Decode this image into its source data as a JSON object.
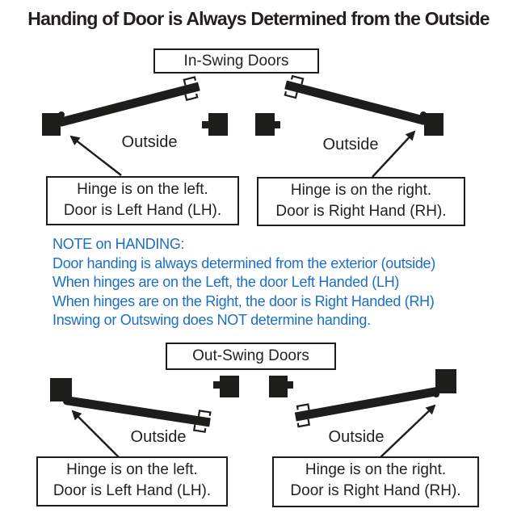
{
  "title": "Handing of Door is Always Determined from the Outside",
  "sections": {
    "in_swing": {
      "label": "In-Swing Doors"
    },
    "out_swing": {
      "label": "Out-Swing Doors"
    }
  },
  "outside_labels": {
    "in_left": "Outside",
    "in_right": "Outside",
    "out_left": "Outside",
    "out_right": "Outside"
  },
  "captions": {
    "in_left": {
      "line1": "Hinge is on the left.",
      "line2": "Door is Left Hand (LH)."
    },
    "in_right": {
      "line1": "Hinge is on the right.",
      "line2": "Door is Right Hand (RH)."
    },
    "out_left": {
      "line1": "Hinge is on the left.",
      "line2": "Door is Left Hand (LH)."
    },
    "out_right": {
      "line1": "Hinge is on the right.",
      "line2": "Door is Right Hand (RH)."
    }
  },
  "note": {
    "lines": [
      "NOTE on HANDING:",
      "Door handing is always determined from the exterior (outside)",
      "When hinges are on the Left, the door Left Handed (LH)",
      "When hinges are on the Right, the door is Right Handed (RH)",
      "Inswing or Outswing does NOT determine handing."
    ]
  },
  "colors": {
    "ink": "#1d1d1b",
    "note_blue": "#1b6fc4",
    "background": "#ffffff"
  }
}
